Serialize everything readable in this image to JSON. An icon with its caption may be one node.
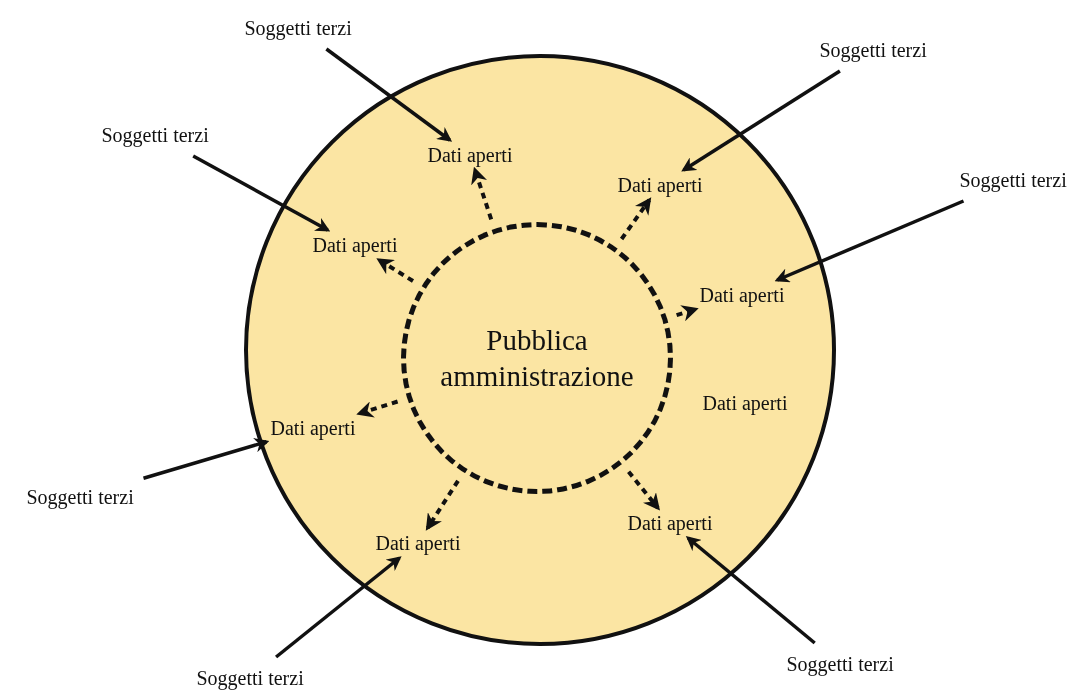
{
  "diagram": {
    "nodes": [
      {
        "text": [],
        "shape": "circle"
      },
      {
        "text": [
          "Pubblica amministrazione"
        ],
        "in": 0
      },
      {
        "text": [
          "Dati aperti"
        ],
        "in": 0
      },
      {
        "text": [
          "Dati aperti"
        ],
        "in": 0
      },
      {
        "text": [
          "Dati aperti"
        ],
        "in": 0
      },
      {
        "text": [
          "Dati aperti"
        ],
        "in": 0
      },
      {
        "text": [
          "Dati aperti"
        ],
        "in": 0
      },
      {
        "text": [
          "Dati aperti"
        ],
        "in": 0
      },
      {
        "text": [
          "Dati aperti"
        ],
        "in": 0
      },
      {
        "text": [
          "Dati aperti"
        ],
        "in": 0
      },
      {
        "text": [
          "Soggetti terzi"
        ]
      },
      {
        "text": [
          "Soggetti terzi"
        ]
      },
      {
        "text": [
          "Soggetti terzi"
        ]
      },
      {
        "text": [
          "Soggetti terzi"
        ]
      },
      {
        "text": [
          "Soggetti terzi"
        ]
      },
      {
        "text": [
          "Soggetti terzi"
        ]
      },
      {
        "text": [
          "Soggetti terzi"
        ]
      }
    ],
    "edges": [
      {
        "from": 1,
        "to": 2,
        "arrow": "to",
        "style": "dashed"
      },
      {
        "from": 1,
        "to": 3,
        "arrow": "to",
        "style": "dashed"
      },
      {
        "from": 1,
        "to": 4,
        "arrow": "to",
        "style": "dashed"
      },
      {
        "from": 1,
        "to": 5,
        "arrow": "to",
        "style": "dashed"
      },
      {
        "from": 1,
        "to": 7,
        "arrow": "to",
        "style": "dashed"
      },
      {
        "from": 1,
        "to": 8,
        "arrow": "to",
        "style": "dashed"
      },
      {
        "from": 1,
        "to": 9,
        "arrow": "to",
        "style": "dashed"
      },
      {
        "from": 10,
        "to": 2,
        "arrow": "to"
      },
      {
        "from": 11,
        "to": 3,
        "arrow": "to"
      },
      {
        "from": 12,
        "to": 4,
        "arrow": "to"
      },
      {
        "from": 13,
        "to": 5,
        "arrow": "to"
      },
      {
        "from": 14,
        "to": 7,
        "arrow": "to"
      },
      {
        "from": 15,
        "to": 8,
        "arrow": "to"
      },
      {
        "from": 16,
        "to": 9,
        "arrow": "to"
      }
    ]
  }
}
